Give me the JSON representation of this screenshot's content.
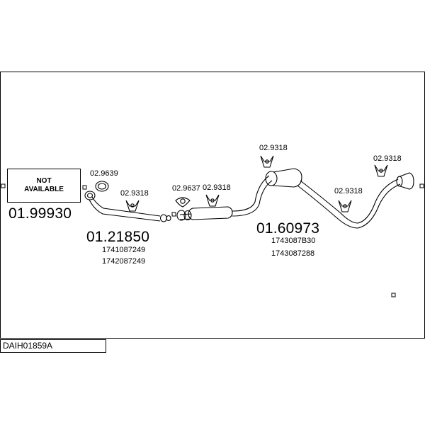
{
  "not_available": {
    "line1": "NOT",
    "line2": "AVAILABLE",
    "part_number": "01.99930"
  },
  "front_pipe": {
    "part_number": "01.21850",
    "oe_numbers": [
      "1741087249",
      "1742087249"
    ]
  },
  "rear_section": {
    "part_number": "01.60973",
    "oe_numbers": [
      "1743087B30",
      "1743087288"
    ]
  },
  "accessories": {
    "gasket_1": "02.9639",
    "gasket_2": "02.9637",
    "hanger_1": "02.9318",
    "hanger_2": "02.9318",
    "hanger_3": "02.9318",
    "hanger_4": "02.9318",
    "hanger_5": "02.9318"
  },
  "footer": {
    "code": "DAIH01859A"
  }
}
